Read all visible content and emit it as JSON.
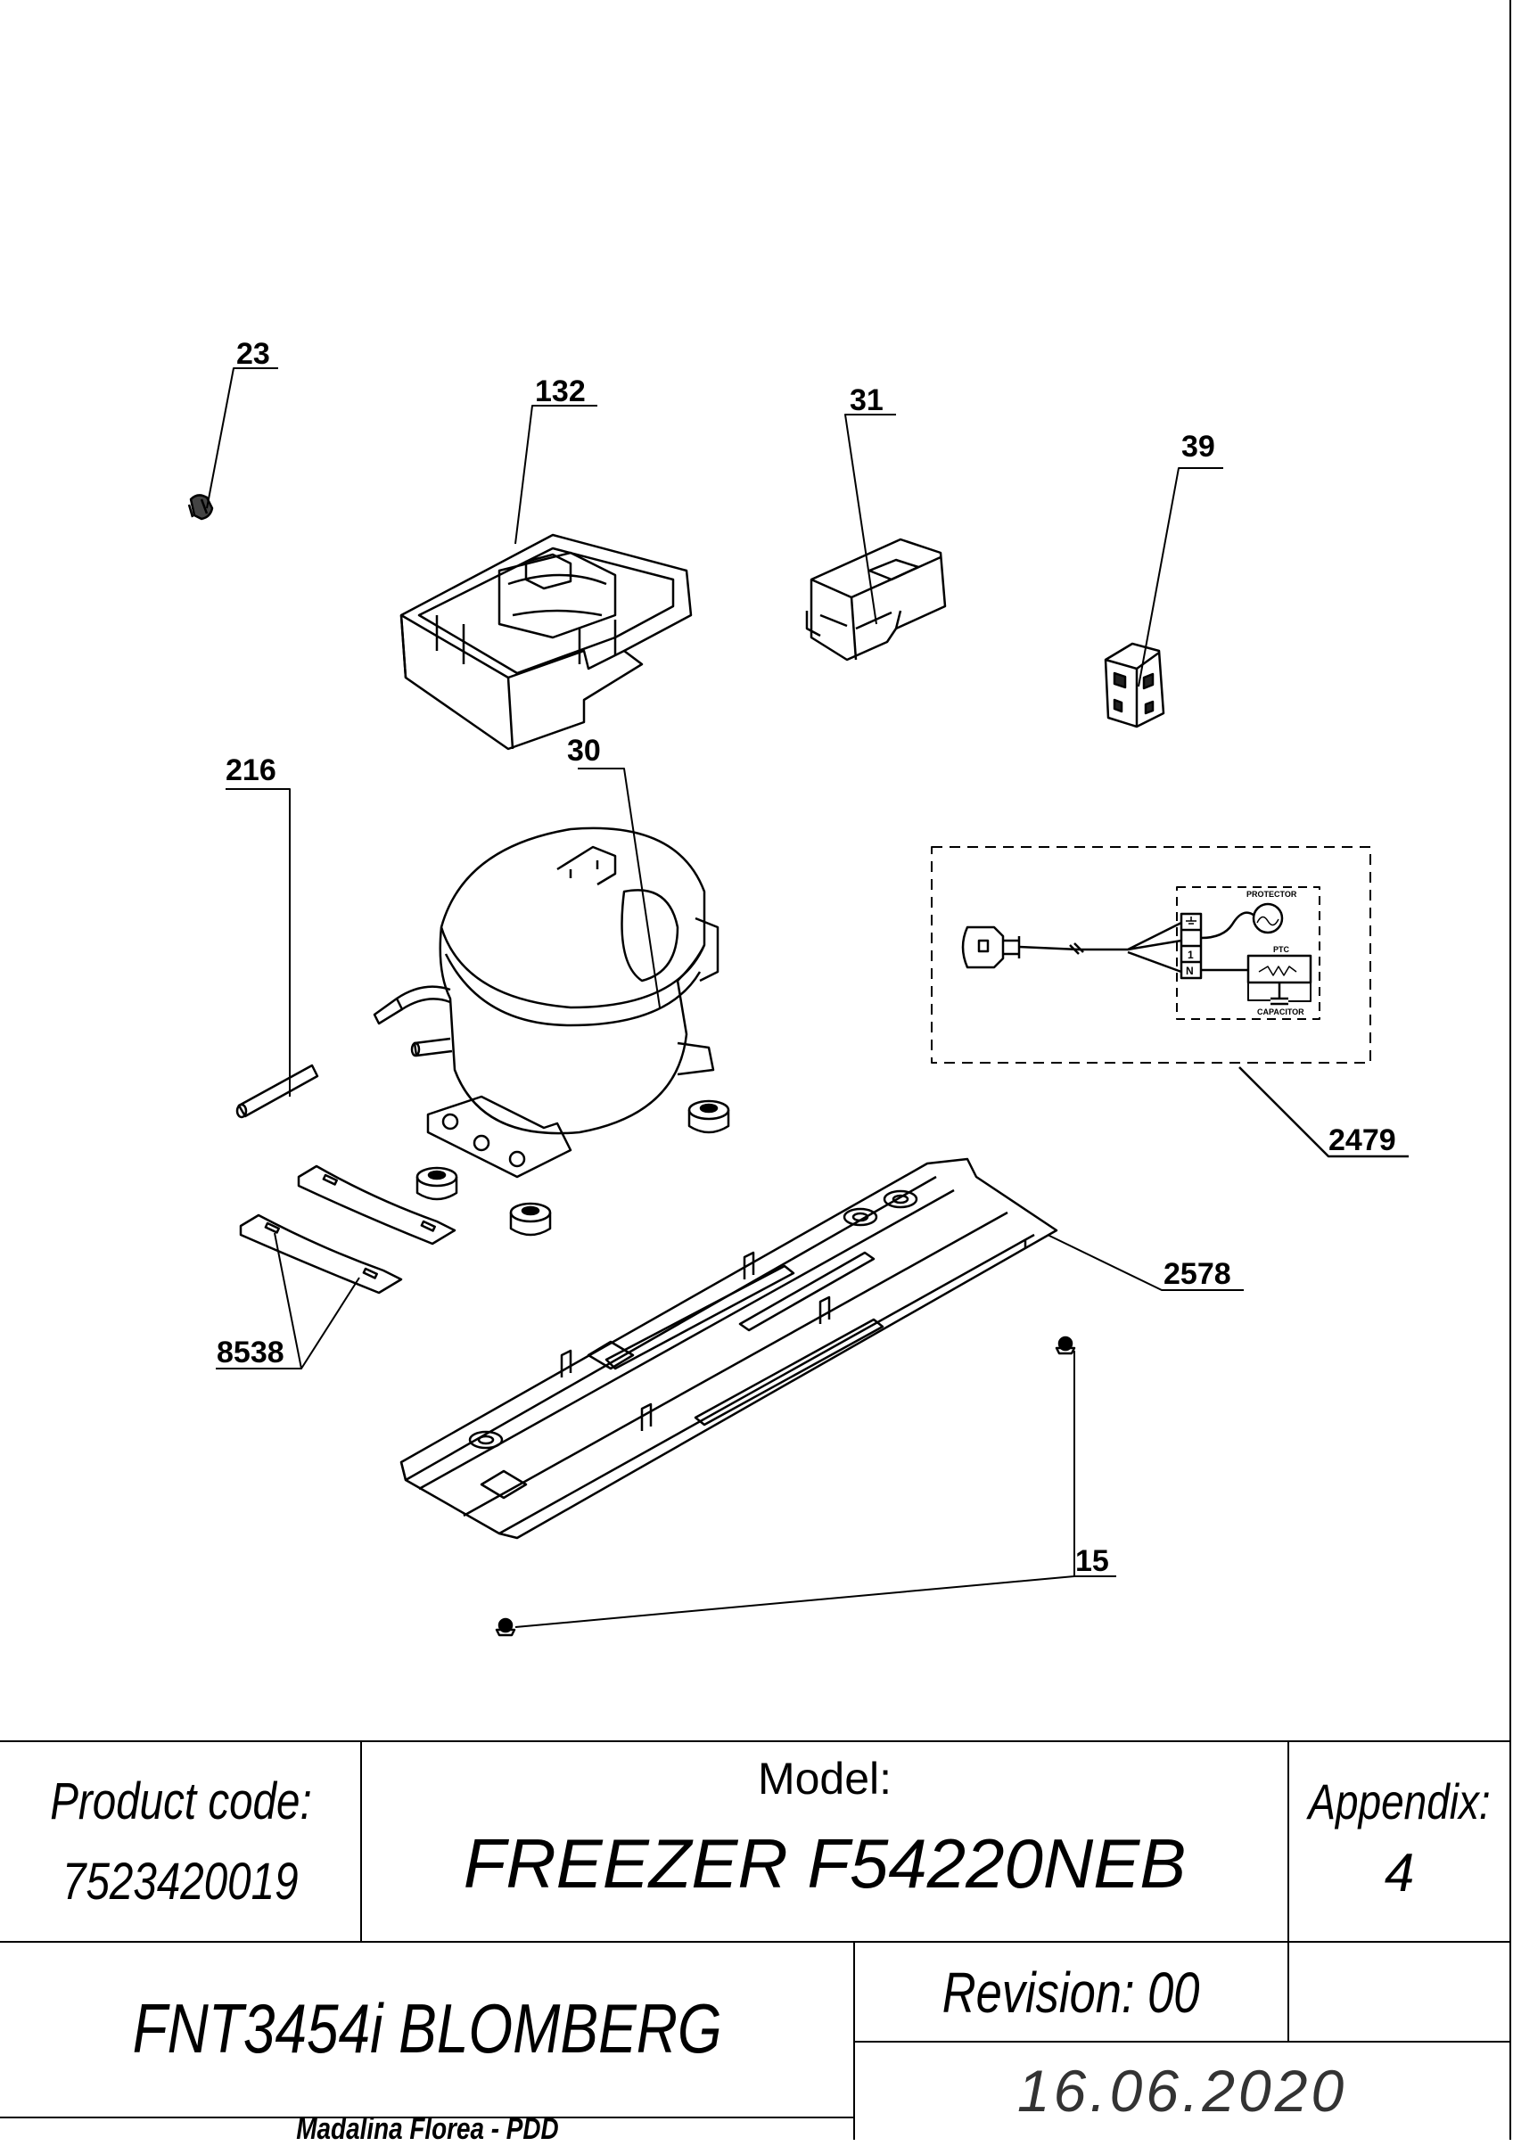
{
  "callouts": {
    "c23": "23",
    "c132": "132",
    "c31": "31",
    "c39": "39",
    "c216": "216",
    "c30": "30",
    "c2479": "2479",
    "c2578": "2578",
    "c8538": "8538",
    "c15": "15"
  },
  "wiring": {
    "protector": "PROTECTOR",
    "ptc": "PTC",
    "capacitor": "CAPACITOR",
    "terminal_1": "1",
    "terminal_n": "N"
  },
  "title_block": {
    "product_code_label": "Product code:",
    "product_code": "7523420019",
    "model_label": "Model:",
    "model": "FREEZER F54220NEB",
    "appendix_label": "Appendix:",
    "appendix": "4",
    "product_name": "FNT3454i BLOMBERG",
    "revision": "Revision: 00",
    "author": "Madalina Florea - PDD",
    "date": "16.06.2020"
  }
}
